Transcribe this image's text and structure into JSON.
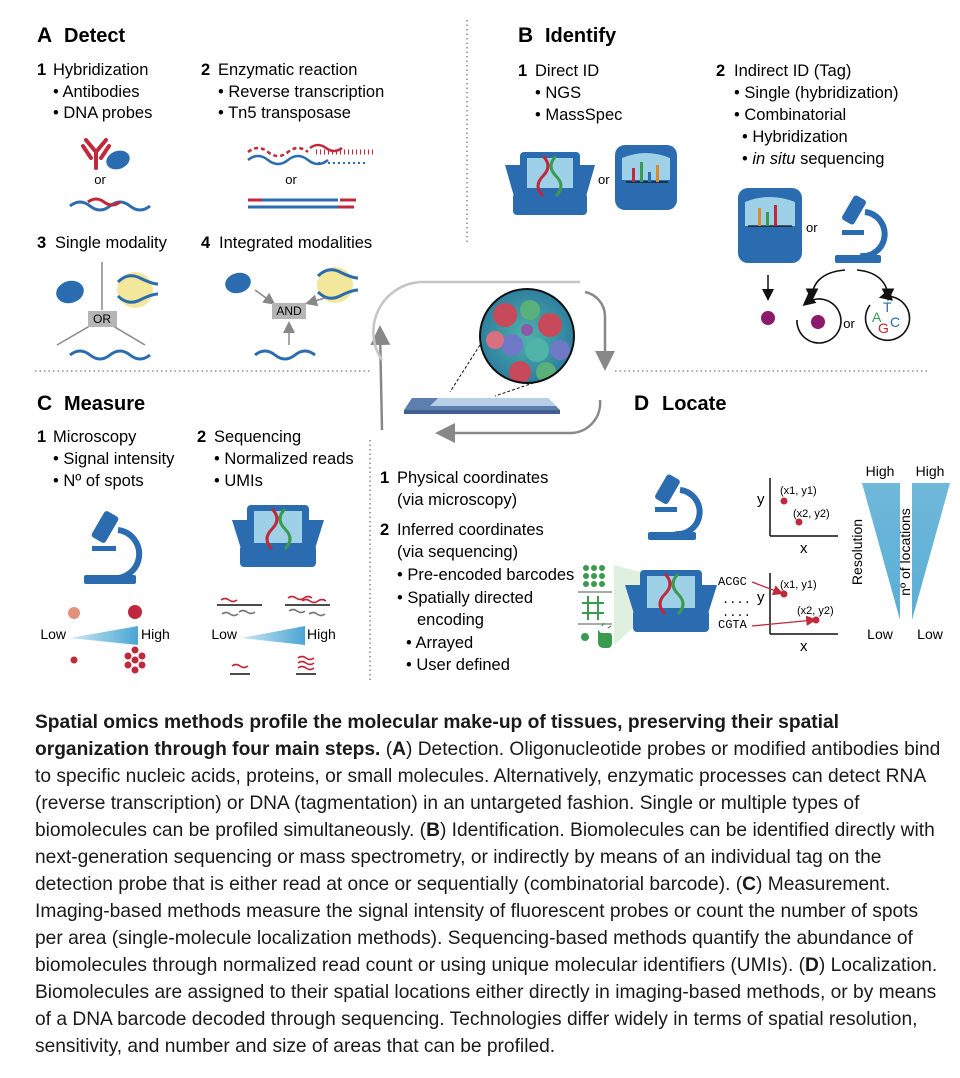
{
  "panels": {
    "A": {
      "letter": "A",
      "title": "Detect",
      "s1": {
        "num": "1",
        "title": "Hybridization",
        "items": [
          "• Antibodies",
          "• DNA probes"
        ]
      },
      "s2": {
        "num": "2",
        "title": "Enzymatic reaction",
        "items": [
          "• Reverse transcription",
          "• Tn5 transposase"
        ]
      },
      "or": "or",
      "s3": {
        "num": "3",
        "title": "Single modality",
        "gate": "OR"
      },
      "s4": {
        "num": "4",
        "title": "Integrated modalities",
        "gate": "AND"
      }
    },
    "B": {
      "letter": "B",
      "title": "Identify",
      "s1": {
        "num": "1",
        "title": "Direct ID",
        "items": [
          "• NGS",
          "• MassSpec"
        ]
      },
      "s2": {
        "num": "2",
        "title": "Indirect ID (Tag)",
        "items": [
          "• Single (hybridization)",
          "• Combinatorial",
          "• Hybridization",
          "• ",
          "in situ",
          " sequencing"
        ]
      },
      "or": "or",
      "bases": [
        "A",
        "T",
        "G",
        "C"
      ]
    },
    "C": {
      "letter": "C",
      "title": "Measure",
      "s1": {
        "num": "1",
        "title": "Microscopy",
        "items": [
          "• Signal intensity",
          "• Nº of spots"
        ]
      },
      "s2": {
        "num": "2",
        "title": "Sequencing",
        "items": [
          "• Normalized reads",
          "• UMIs"
        ]
      },
      "low": "Low",
      "high": "High"
    },
    "D": {
      "letter": "D",
      "title": "Locate",
      "s1": {
        "num": "1",
        "title": "Physical coordinates",
        "sub": "(via microscopy)"
      },
      "s2": {
        "num": "2",
        "title": "Inferred coordinates",
        "sub": "(via sequencing)",
        "items": [
          "• Pre-encoded barcodes",
          "• Spatially directed",
          "encoding",
          "• Arrayed",
          "• User defined"
        ]
      },
      "axis_y": "y",
      "axis_x": "x",
      "p1": "(x1, y1)",
      "p2": "(x2, y2)",
      "barcodes": [
        "ACGC",
        "....",
        "....",
        "CGTA"
      ],
      "resolution": "Resolution",
      "locations": "nº of locations",
      "high": "High",
      "low": "Low"
    }
  },
  "caption": {
    "bold": "Spatial omics methods profile the molecular make-up of tissues, preserving their spatial organization through four main steps.",
    "a_letter": "A",
    "a_text": " Detection. Oligonucleotide probes or modified antibodies bind to specific nucleic acids, proteins, or small molecules. Alternatively, enzymatic processes can detect RNA (reverse transcription) or DNA (tagmentation) in an untargeted fashion. Single or multiple types of biomolecules can be profiled simultaneously.",
    "b_letter": "B",
    "b_text": " Identification. Biomolecules can be identified directly with next-generation sequencing or mass spectrometry, or indirectly by means of an individual tag on the detection probe that is either read at once or sequentially (combinatorial barcode).",
    "c_letter": "C",
    "c_text": " Measurement. Imaging-based methods measure the signal intensity of fluorescent probes or count the number of spots per area (single-molecule localization methods). Sequencing-based methods quantify the abundance of biomolecules through normalized read count or using unique molecular identifiers (UMIs).",
    "d_letter": "D",
    "d_text": " Localization. Biomolecules are assigned to their spatial locations either directly in imaging-based methods, or by means of a DNA barcode decoded through sequencing. Technologies differ widely in terms of spatial resolution, sensitivity, and number and size of areas that can be profiled."
  },
  "colors": {
    "blue": "#2b6cb0",
    "light_blue": "#6fb8da",
    "red": "#c0283b",
    "yellow": "#f3e79b",
    "gray": "#8c8c8c"
  }
}
